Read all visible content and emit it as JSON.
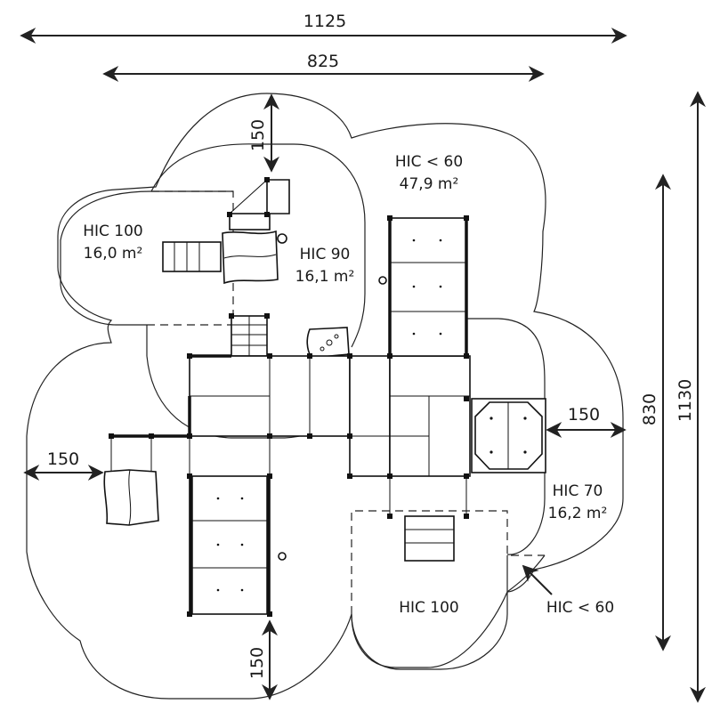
{
  "drawing": {
    "type": "playground safety-zone plan",
    "colors": {
      "line": "#222222",
      "background": "#ffffff"
    }
  },
  "dimensions": {
    "overall_width": "1125",
    "structure_width": "825",
    "overall_depth": "1130",
    "structure_depth": "830",
    "clearance_top": "150",
    "clearance_left": "150",
    "clearance_right": "150",
    "clearance_bottom": "150"
  },
  "zones": [
    {
      "id": "hic100-left",
      "title": "HIC 100",
      "area": "16,0 m²"
    },
    {
      "id": "hic90",
      "title": "HIC 90",
      "area": "16,1 m²"
    },
    {
      "id": "hic60-main",
      "title": "HIC < 60",
      "area": "47,9 m²"
    },
    {
      "id": "hic70",
      "title": "HIC 70",
      "area": "16,2 m²"
    },
    {
      "id": "hic100-bottom",
      "title": "HIC 100",
      "area": ""
    },
    {
      "id": "hic60-callout",
      "title": "HIC < 60",
      "area": ""
    }
  ]
}
